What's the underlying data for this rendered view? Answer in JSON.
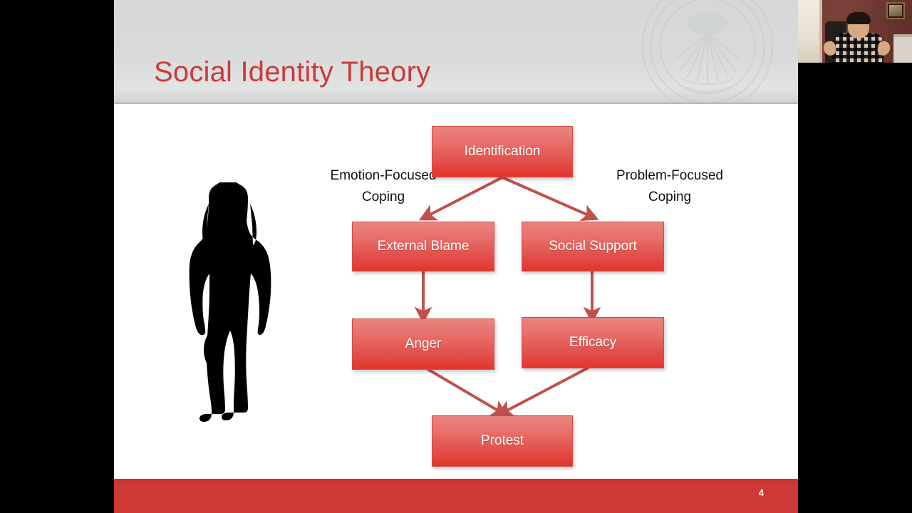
{
  "slide": {
    "title": "Social Identity Theory",
    "page_number": "4",
    "title_color": "#cb3a39",
    "header_color": "#d9dbdb",
    "footer_color": "#cc3330",
    "box_color": "#e2514c",
    "arrow_color": "#c0504d",
    "watermark": "university-seal-watermark"
  },
  "diagram": {
    "type": "flowchart",
    "left_branch_label": "Emotion-Focused\nCoping",
    "left_branch_label_line1": "Emotion-Focused",
    "left_branch_label_line2": "Coping",
    "right_branch_label_line1": "Problem-Focused",
    "right_branch_label_line2": "Coping",
    "nodes": [
      {
        "id": "identification",
        "label": "Identification"
      },
      {
        "id": "external-blame",
        "label": "External Blame"
      },
      {
        "id": "social-support",
        "label": "Social Support"
      },
      {
        "id": "anger",
        "label": "Anger"
      },
      {
        "id": "efficacy",
        "label": "Efficacy"
      },
      {
        "id": "protest",
        "label": "Protest"
      }
    ],
    "edges": [
      {
        "from": "identification",
        "to": "external-blame"
      },
      {
        "from": "identification",
        "to": "social-support"
      },
      {
        "from": "external-blame",
        "to": "anger"
      },
      {
        "from": "social-support",
        "to": "efficacy"
      },
      {
        "from": "anger",
        "to": "protest"
      },
      {
        "from": "efficacy",
        "to": "protest"
      }
    ],
    "figure": "woman-silhouette"
  },
  "webcam": {
    "label": "presenter-webcam-feed",
    "description": "presenter in checkered shirt gesturing"
  }
}
